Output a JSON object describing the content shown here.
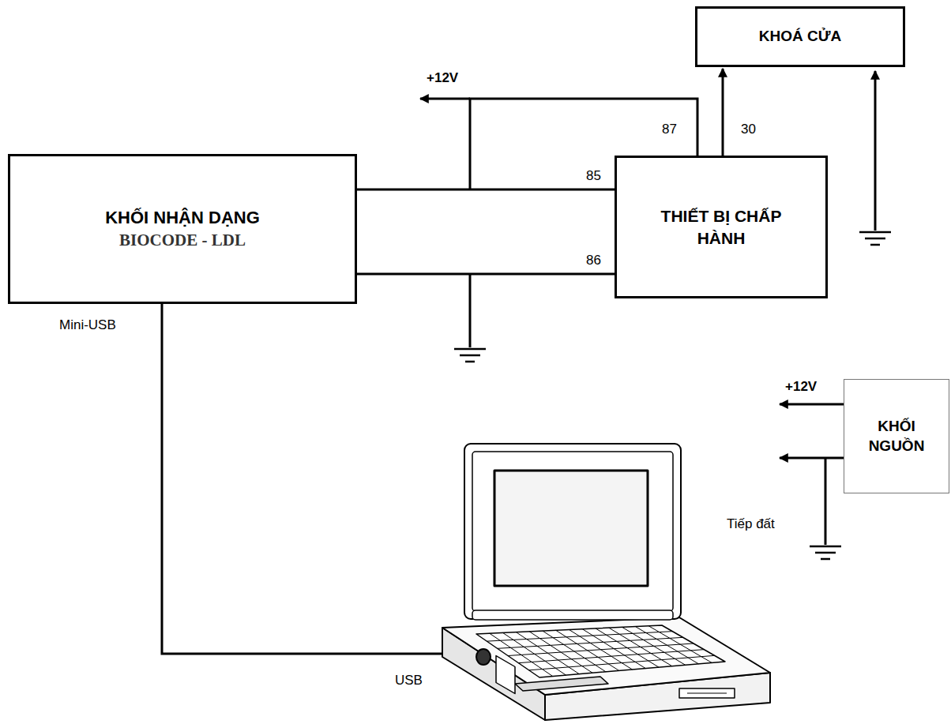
{
  "diagram": {
    "nodes": [
      {
        "text": [
          "KHỐI NHẬN DẠNG",
          "BIOCODE - LDL"
        ]
      },
      {
        "text": [
          "THIẾT BỊ CHẤP HÀNH"
        ]
      },
      {
        "text": [
          "KHOÁ CỬA"
        ]
      },
      {
        "text": [
          "KHỐI NGUỒN"
        ]
      }
    ],
    "edges": [
      {
        "from": 0,
        "to": 1,
        "label": "85",
        "arrow": "none"
      },
      {
        "from": 0,
        "to": 1,
        "label": "86",
        "arrow": "none"
      },
      {
        "from": 1,
        "to": 2,
        "label": "30",
        "arrow": "to"
      }
    ],
    "labels": [
      "+12V",
      "87",
      "Mini-USB",
      "+12V",
      "Tiếp đất",
      "USB"
    ]
  }
}
